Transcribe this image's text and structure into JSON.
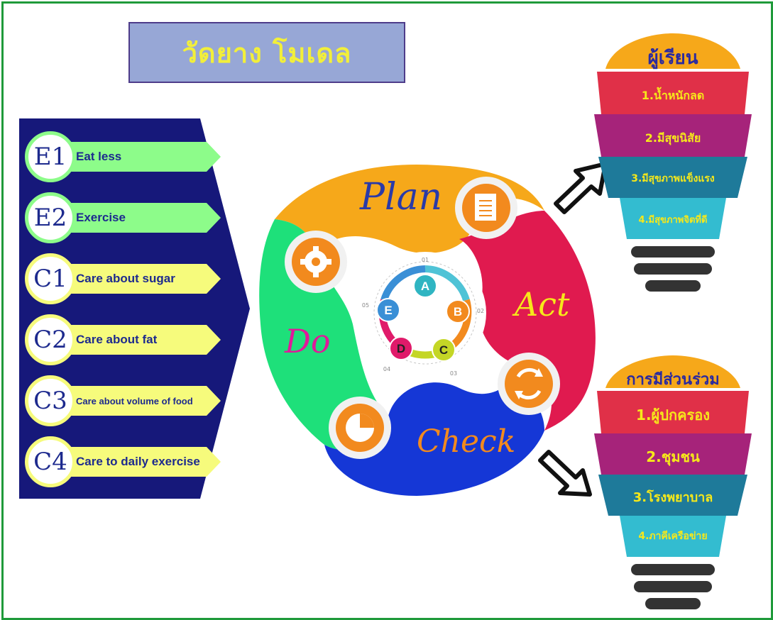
{
  "title": "วัดยาง โมเดล",
  "e_items": [
    {
      "code": "E1",
      "label": "Eat less",
      "color": "#8dfc8a",
      "small": false
    },
    {
      "code": "E2",
      "label": "Exercise",
      "color": "#8dfc8a",
      "small": false
    },
    {
      "code": "C1",
      "label": "Care about sugar",
      "color": "#f6fb7c",
      "small": false
    },
    {
      "code": "C2",
      "label": "Care about fat",
      "color": "#f6fb7c",
      "small": false
    },
    {
      "code": "C3",
      "label": "Care about volume of food",
      "color": "#f6fb7c",
      "small": true
    },
    {
      "code": "C4",
      "label": "Care to daily exercise",
      "color": "#f6fb7c",
      "small": false
    }
  ],
  "cycle": {
    "plan": "Plan",
    "act": "Act",
    "check": "Check",
    "do": "Do",
    "inner_letters": [
      "A",
      "B",
      "C",
      "D",
      "E"
    ],
    "inner_numbers": [
      "01",
      "02",
      "03",
      "04",
      "05"
    ],
    "colors": {
      "plan": "#f6a81a",
      "act": "#e01a4f",
      "check": "#1537d6",
      "do": "#1ee07a"
    }
  },
  "learners": {
    "header": "ผู้เรียน",
    "items": [
      "1.น้ำหนักลด",
      "2.มีสุขนิสัย",
      "3.มีสุขภาพแข็งแรง",
      "4.มีสุขภาพจิตที่ดี"
    ]
  },
  "participation": {
    "header": "การมีส่วนร่วม",
    "items": [
      "1.ผู้ปกครอง",
      "2.ชุมชน",
      "3.โรงพยาบาล",
      "4.ภาคีเครือข่าย"
    ]
  },
  "colors": {
    "navy": "#16187a",
    "border_green": "#1f9a3a",
    "text_yellow": "#f2ef3a"
  }
}
